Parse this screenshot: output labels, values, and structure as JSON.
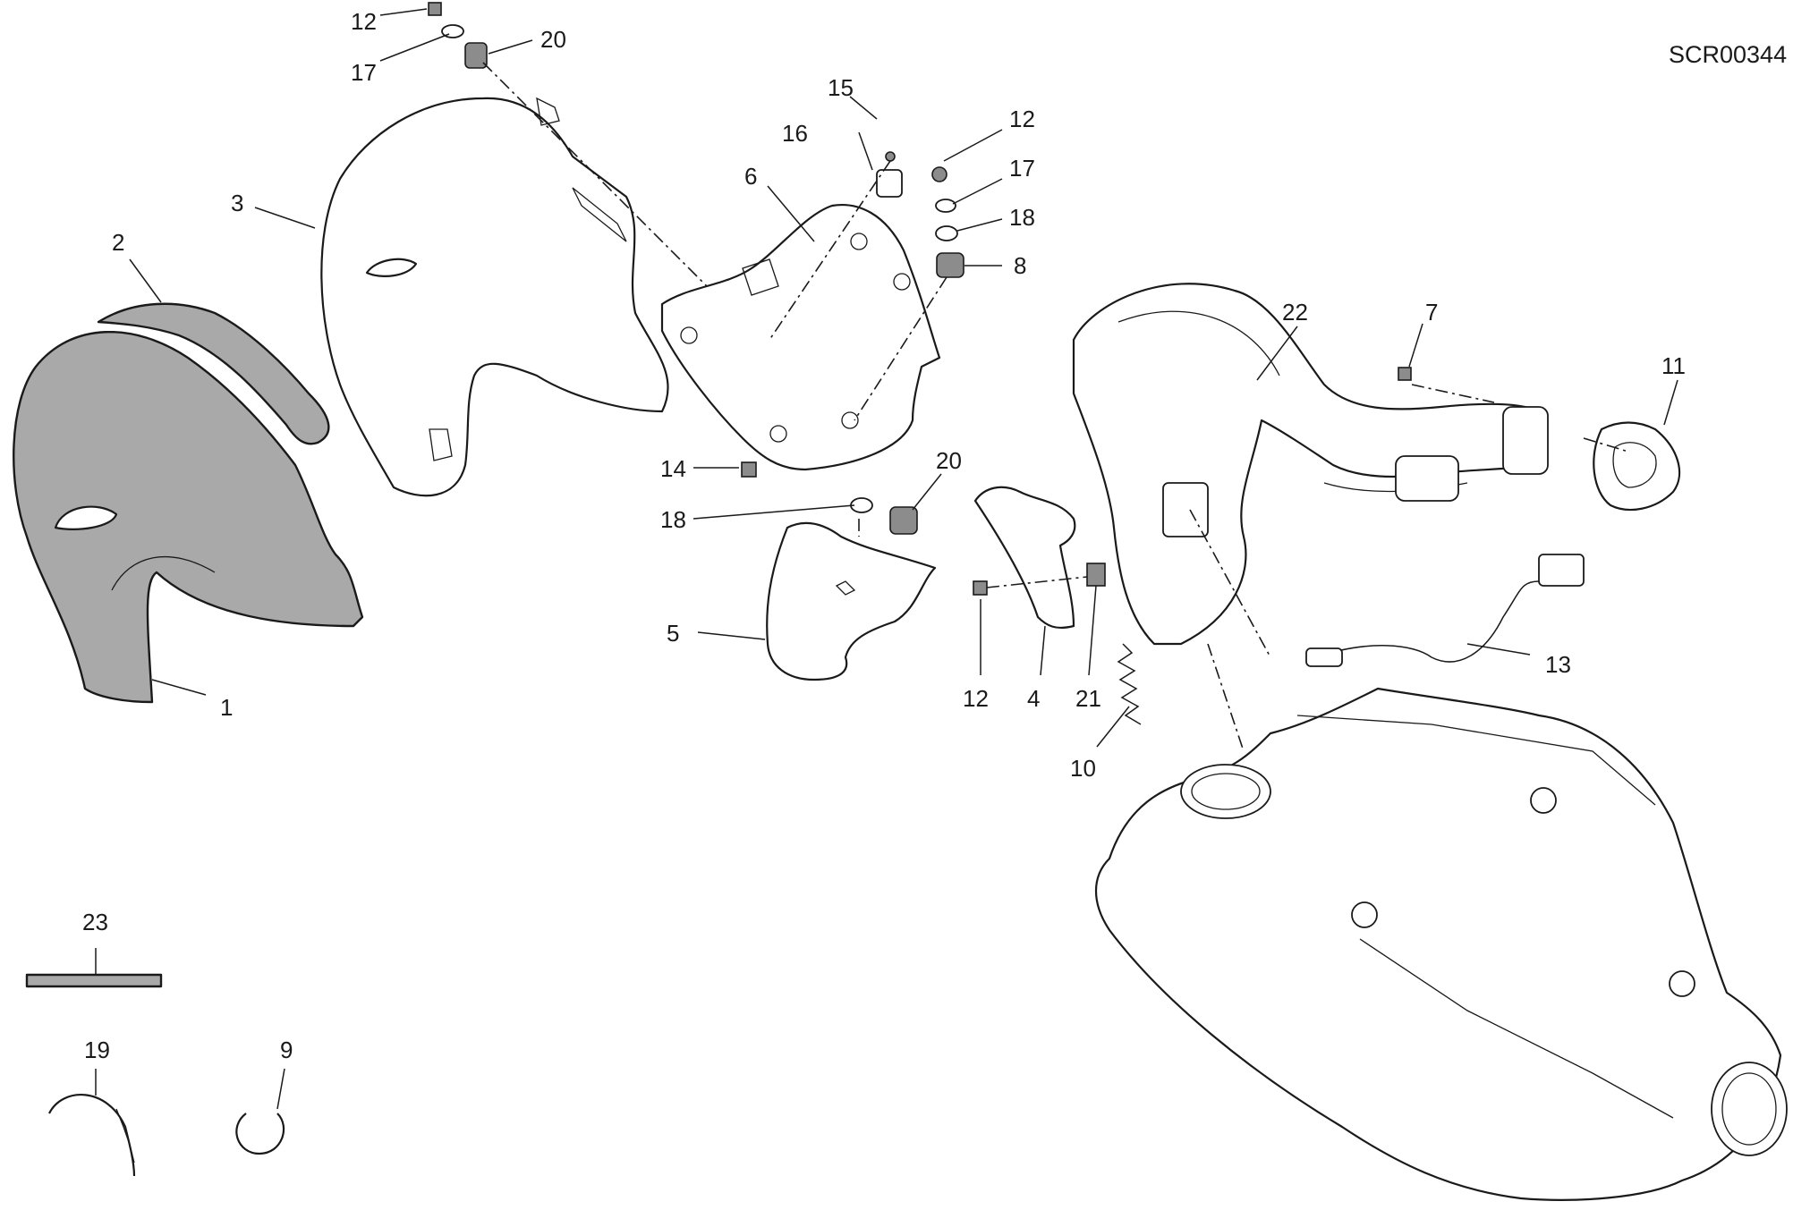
{
  "diagram": {
    "reference_code": "SCR00344",
    "callouts": [
      "1",
      "2",
      "3",
      "4",
      "5",
      "6",
      "7",
      "8",
      "9",
      "10",
      "11",
      "12",
      "12",
      "12",
      "13",
      "14",
      "15",
      "16",
      "17",
      "17",
      "18",
      "18",
      "19",
      "20",
      "20",
      "21",
      "22",
      "23"
    ]
  }
}
